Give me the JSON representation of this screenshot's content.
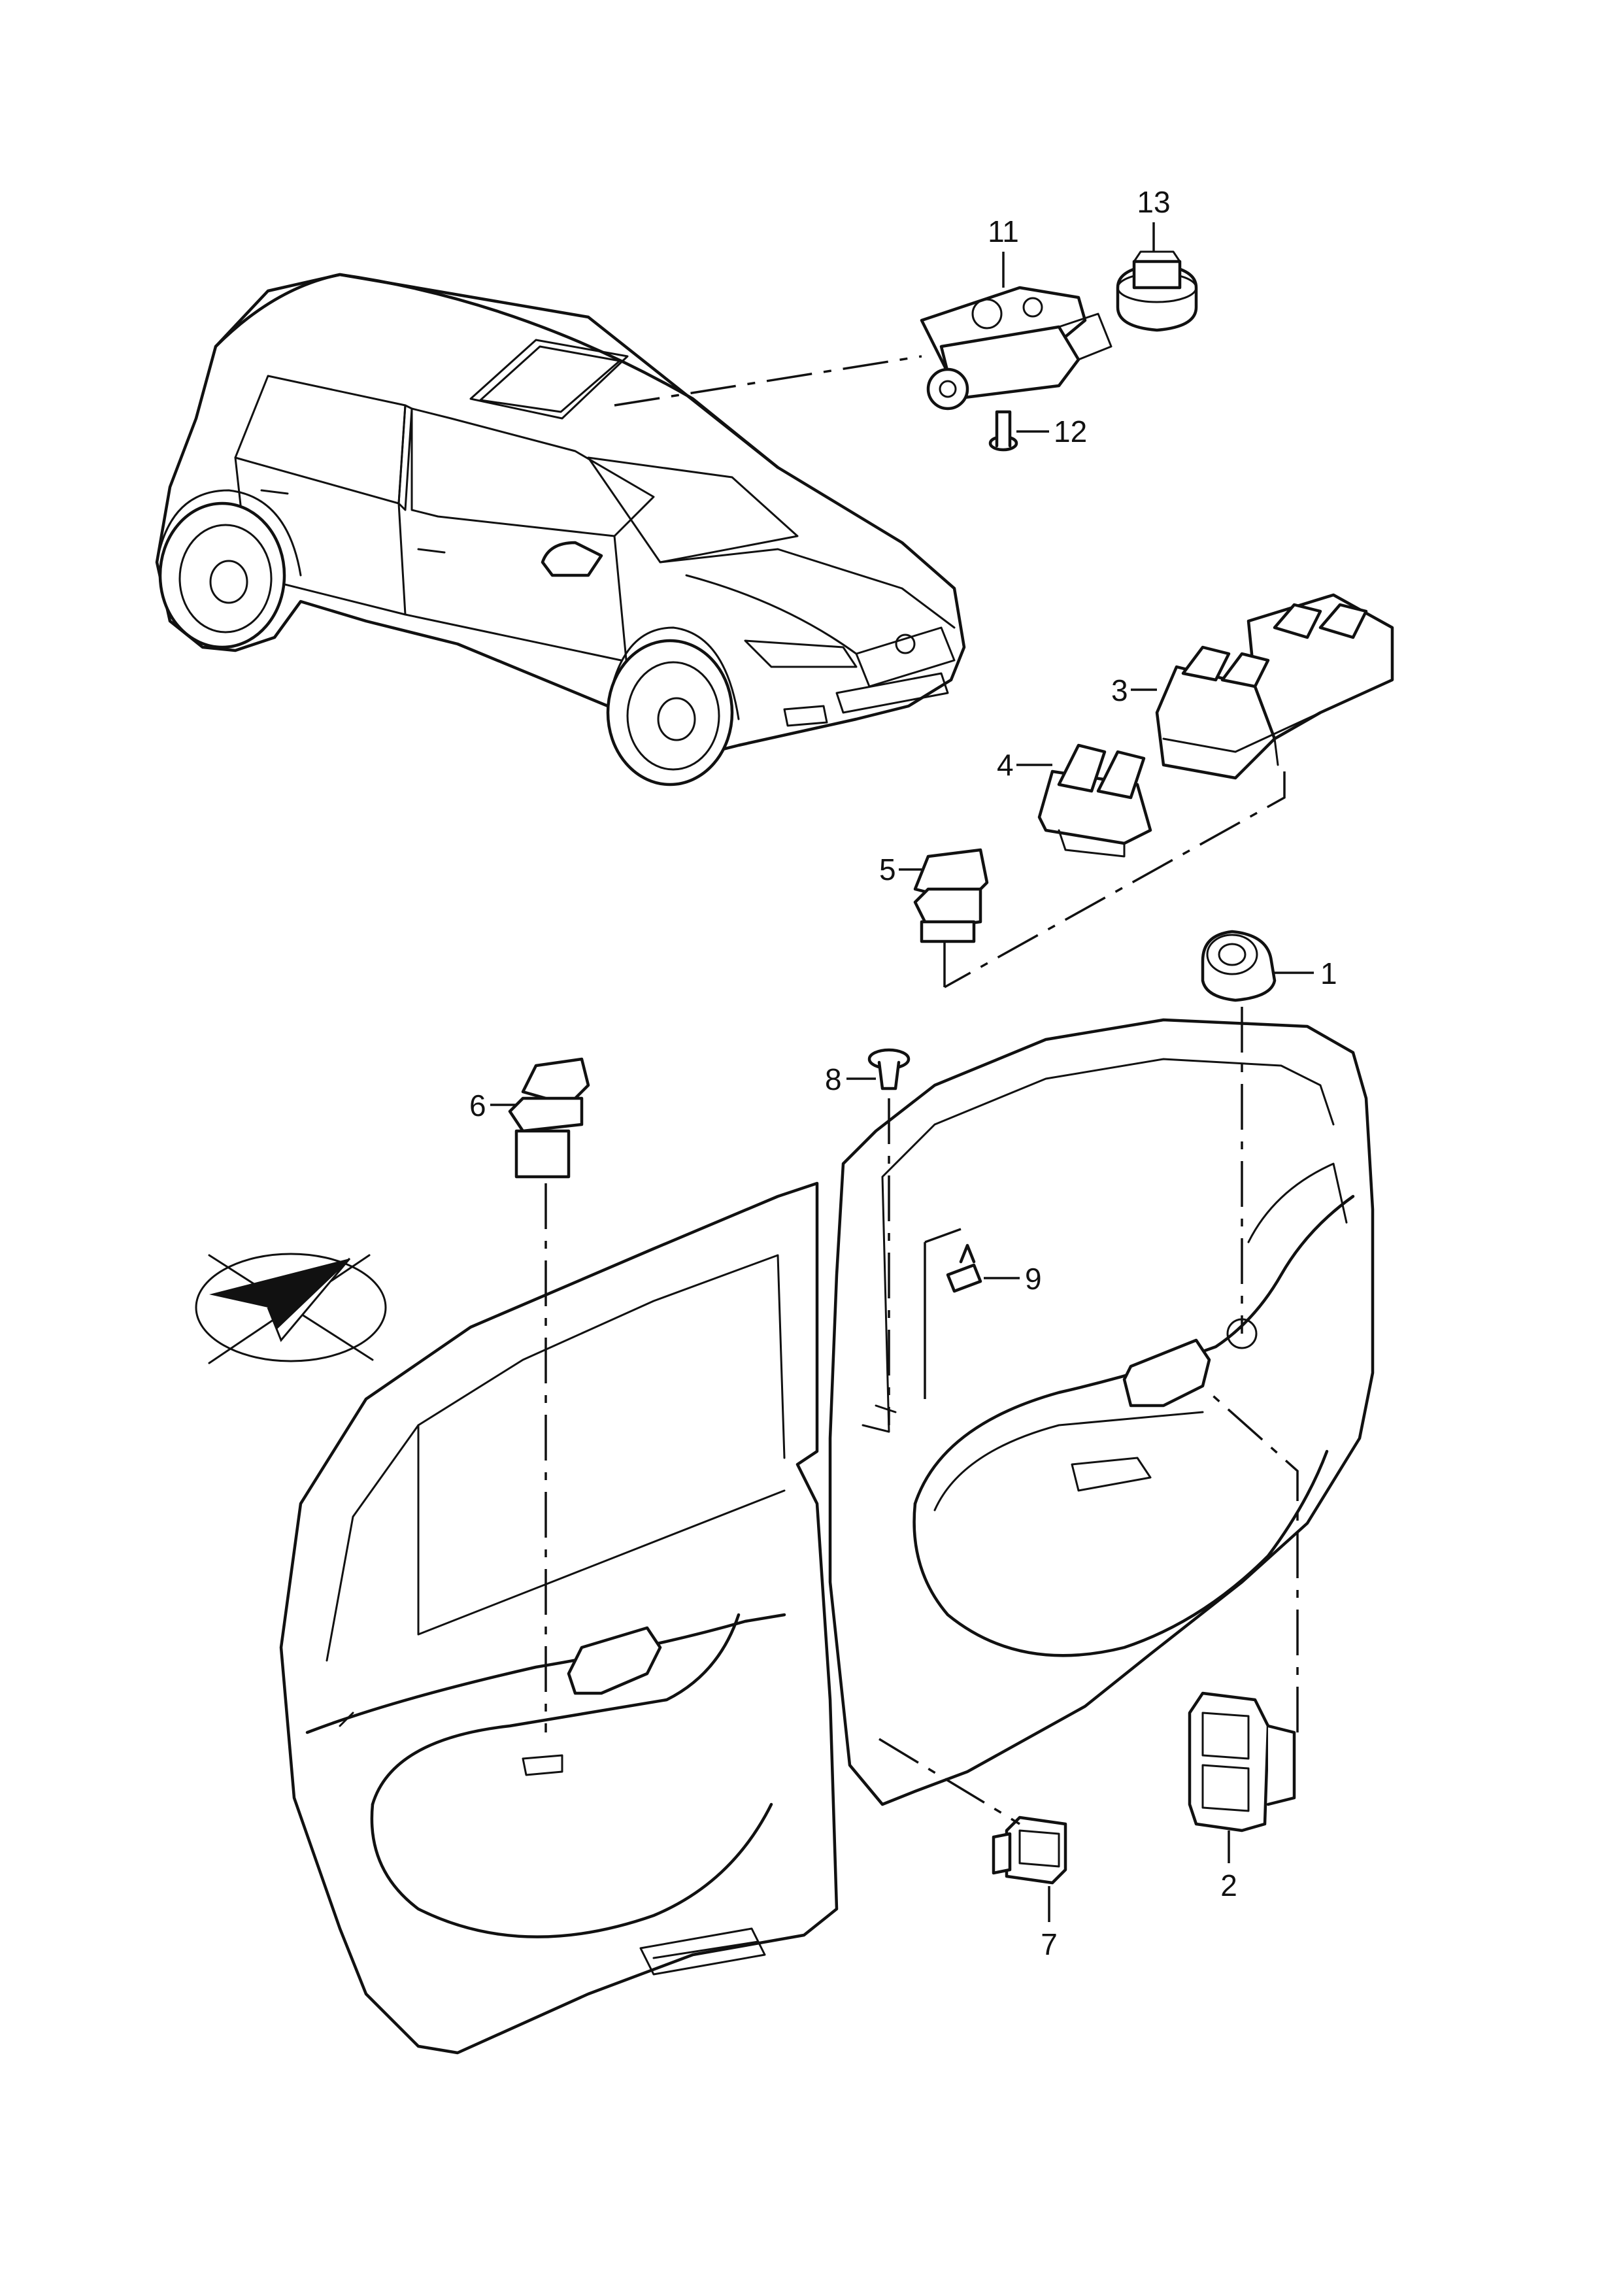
{
  "callouts": {
    "c1": "1",
    "c2": "2",
    "c3": "3",
    "c4": "4",
    "c5": "5",
    "c6": "6",
    "c7": "7",
    "c8": "8",
    "c9": "9",
    "c11": "11",
    "c12": "12",
    "c13": "13"
  },
  "icons": {
    "orientation": "direction-arrow-icon"
  },
  "colors": {
    "line": "#111111",
    "background": "#ffffff"
  }
}
